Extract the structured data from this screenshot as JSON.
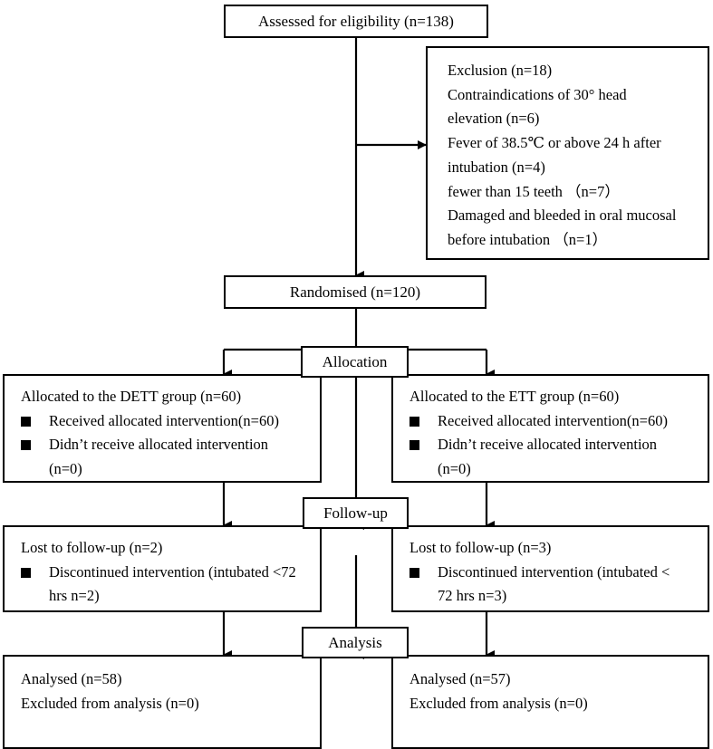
{
  "diagram": {
    "type": "consort-flow-diagram",
    "colors": {
      "stroke": "#000000",
      "background": "#ffffff",
      "text": "#000000"
    }
  },
  "enrollment": {
    "assessed_label": "Assessed for eligibility (n=138)",
    "randomised_label": "Randomised (n=120)"
  },
  "exclusion": {
    "lines": [
      "Exclusion (n=18)",
      "Contraindications of 30° head",
      "elevation (n=6)",
      "Fever of 38.5℃ or above 24 h after",
      "intubation (n=4)",
      "fewer than 15 teeth （n=7）",
      "Damaged and bleeded in oral mucosal",
      "before intubation （n=1）"
    ]
  },
  "stages": {
    "allocation": "Allocation",
    "followup": "Follow-up",
    "analysis": "Analysis"
  },
  "allocation": {
    "left": {
      "heading": "Allocated to the DETT group (n=60)",
      "bullets": [
        {
          "lines": [
            "Received allocated intervention(n=60)"
          ]
        },
        {
          "lines": [
            "Didn’t receive allocated intervention",
            "(n=0)"
          ]
        }
      ]
    },
    "right": {
      "heading": "Allocated to the ETT group (n=60)",
      "bullets": [
        {
          "lines": [
            "Received allocated intervention(n=60)"
          ]
        },
        {
          "lines": [
            "Didn’t  receive  allocated  intervention",
            "(n=0)"
          ]
        }
      ]
    }
  },
  "followup": {
    "left": {
      "heading": "Lost to follow-up (n=2)",
      "bullets": [
        {
          "lines": [
            "Discontinued intervention (intubated <72",
            "hrs n=2)"
          ]
        }
      ]
    },
    "right": {
      "heading": "Lost to follow-up (n=3)",
      "bullets": [
        {
          "lines": [
            "Discontinued  intervention  (intubated  <",
            "72 hrs n=3)"
          ]
        }
      ]
    }
  },
  "analysis": {
    "left": {
      "lines": [
        "Analysed (n=58)",
        "Excluded from analysis (n=0)"
      ]
    },
    "right": {
      "lines": [
        "Analysed (n=57)",
        "Excluded from analysis (n=0)"
      ]
    }
  }
}
